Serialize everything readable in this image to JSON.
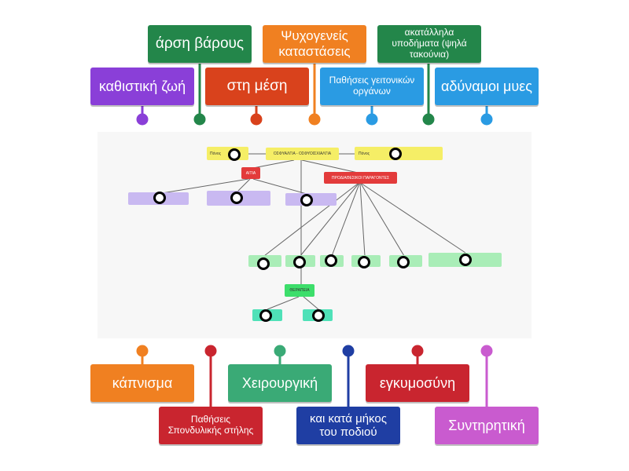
{
  "colors": {
    "purple": "#8a3fd8",
    "darkgreen": "#23864a",
    "red": "#d9421c",
    "orange": "#f08021",
    "blue": "#2a9be3",
    "crimson": "#c9252f",
    "teal": "#3aaa76",
    "navy": "#1f3ea3",
    "magenta": "#c95bcf"
  },
  "labels_top": [
    {
      "text": "καθιστική ζωή",
      "color": "purple"
    },
    {
      "text": "άρση βάρους",
      "color": "darkgreen"
    },
    {
      "text": "στη μέση",
      "color": "red"
    },
    {
      "text": "Ψυχογενείς καταστάσεις",
      "color": "orange"
    },
    {
      "text": "Παθήσεις γειτονικών οργάνων",
      "color": "blue"
    },
    {
      "text": "ακατάλληλα υποδήματα (ψηλά τακούνια)",
      "color": "darkgreen"
    },
    {
      "text": "αδύναμοι μυες",
      "color": "blue"
    }
  ],
  "labels_bottom": [
    {
      "text": "κάπνισμα",
      "color": "orange"
    },
    {
      "text": "Παθήσεις Σπονδυλικής στήλης",
      "color": "crimson"
    },
    {
      "text": "Χειρουργική",
      "color": "teal"
    },
    {
      "text": "και κατά μήκος του ποδιού",
      "color": "navy"
    },
    {
      "text": "εγκυμοσύνη",
      "color": "crimson"
    },
    {
      "text": "Συντηρητική",
      "color": "magenta"
    }
  ],
  "diagram": {
    "center": "ΟΣΦΥΑΛΓΙΑ - ΟΣΦΥΟΙΣΧΙΑΛΓΙΑ",
    "left_pain": "Πόνος",
    "right_pain": "Πόνος",
    "causes": "ΑΙΤΙΑ",
    "predisposing": "ΠΡΟΔΙΑΘΕΣΙΚΟΙ ΠΑΡΑΓΟΝΤΕΣ",
    "therapy": "ΘΕΡΑΠΕΙΑ"
  }
}
